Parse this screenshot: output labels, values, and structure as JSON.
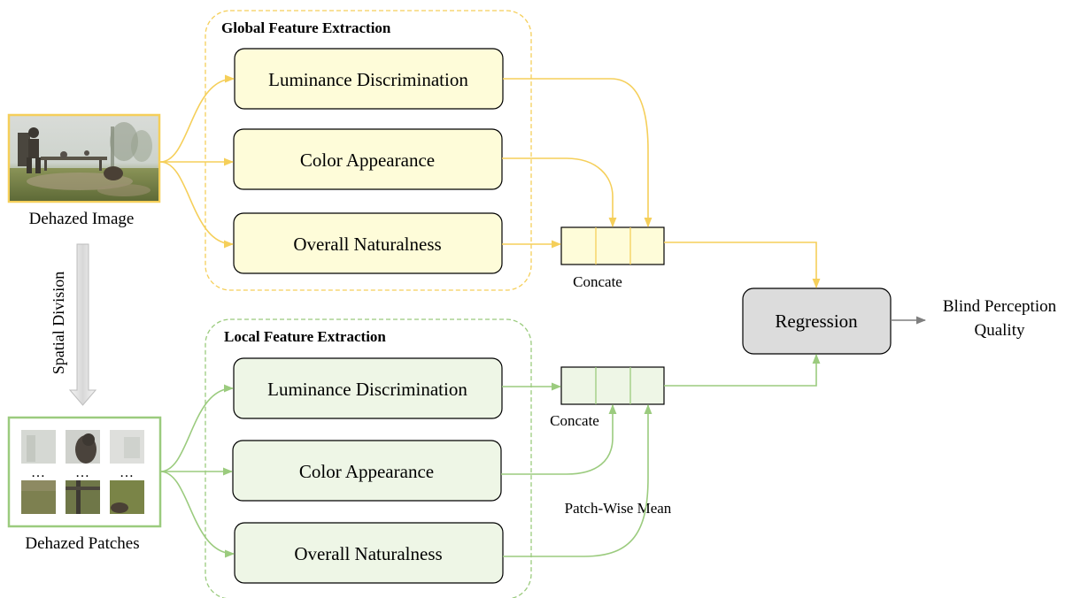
{
  "global_group": {
    "title": "Global Feature Extraction",
    "modules": [
      "Luminance Discrimination",
      "Color Appearance",
      "Overall Naturalness"
    ]
  },
  "local_group": {
    "title": "Local Feature Extraction",
    "modules": [
      "Luminance Discrimination",
      "Color Appearance",
      "Overall Naturalness"
    ]
  },
  "inputs": {
    "image_label": "Dehazed Image",
    "patches_label": "Dehazed Patches",
    "division_label": "Spatial Division",
    "ellipsis": "…"
  },
  "concat": {
    "global_label": "Concate",
    "local_label": "Concate"
  },
  "patch_mean_label": "Patch-Wise Mean",
  "regression": {
    "label": "Regression"
  },
  "output": {
    "line1": "Blind Perception",
    "line2": "Quality"
  },
  "colors": {
    "yellow_stroke": "#f5cf5a",
    "yellow_fill": "#fefcd9",
    "green_stroke": "#9bcb7e",
    "green_fill": "#eef6e6",
    "gray_fill": "#dcdcdc",
    "gray_arrow": "#7f7f7f"
  }
}
